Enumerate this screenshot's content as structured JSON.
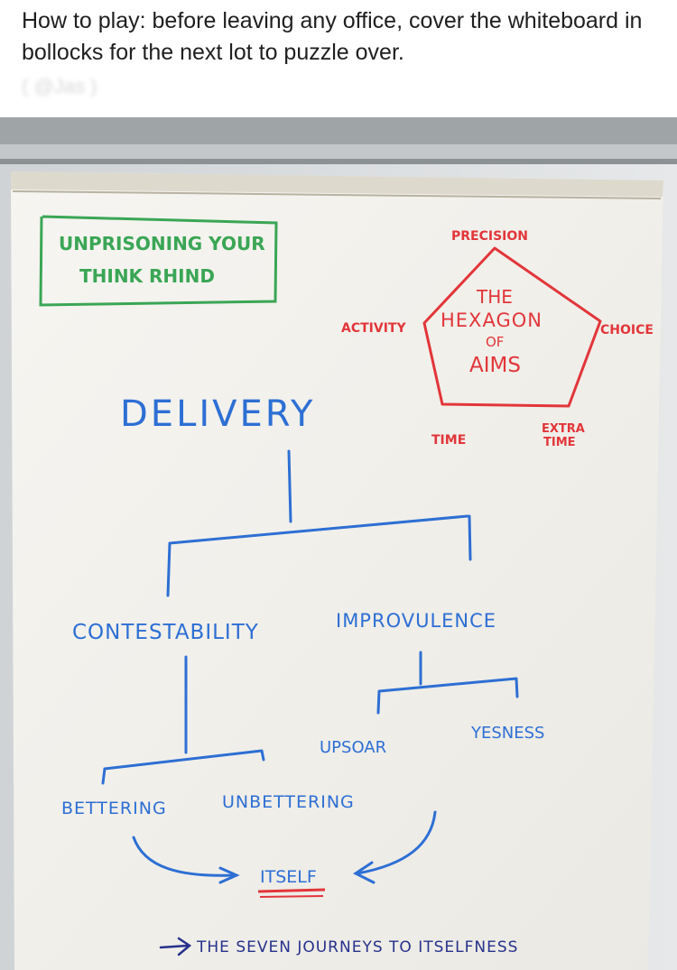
{
  "post": {
    "caption": "How to play: before leaving any office, cover the whiteboard in bollocks for the next lot to puzzle over.",
    "credit": "(                    @Jas                    )"
  },
  "whiteboard": {
    "boxed_title": [
      "UNPRISONING YOUR",
      "THINK RHIND"
    ],
    "hexagon": {
      "title": [
        "THE",
        "HEXAGON",
        "OF",
        "AIMS"
      ],
      "vertices": [
        "PRECISION",
        "ACTIVITY",
        "CHOICE",
        "TIME",
        "EXTRA",
        "TIME"
      ]
    },
    "tree": {
      "root": "DELIVERY",
      "level1": [
        "CONTESTABILITY",
        "IMPROVULENCE"
      ],
      "level2": [
        "UPSOAR",
        "YESNESS"
      ],
      "level3": [
        "BETTERING",
        "UNBETTERING"
      ],
      "result": "ITSELF"
    },
    "footer": "THE SEVEN JOURNEYS TO ITSELFNESS"
  },
  "colors": {
    "blue_marker": "#2d6fd4",
    "red_marker": "#e2363a",
    "green_marker": "#3aa655",
    "navy_marker": "#26318c",
    "paper": "#f4f3ef"
  }
}
